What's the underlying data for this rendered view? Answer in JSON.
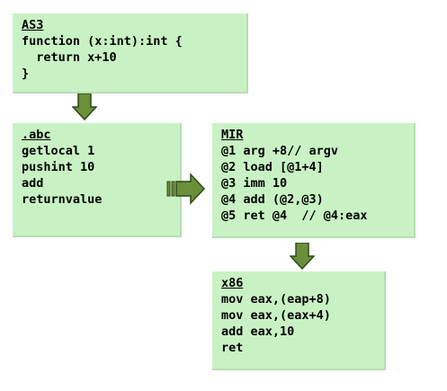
{
  "boxes": {
    "as3": {
      "title": "AS3",
      "lines": [
        "function (x:int):int {",
        "  return x+10",
        "}"
      ]
    },
    "abc": {
      "title": ".abc",
      "lines": [
        "getlocal 1",
        "pushint 10",
        "add",
        "returnvalue"
      ]
    },
    "mir": {
      "title": "MIR",
      "lines": [
        "@1 arg +8// argv",
        "@2 load [@1+4]",
        "@3 imm 10",
        "@4 add (@2,@3)",
        "@5 ret @4  // @4:eax"
      ]
    },
    "x86": {
      "title": "x86",
      "lines": [
        "mov eax,(eap+8)",
        "mov eax,(eax+4)",
        "add eax,10",
        "ret"
      ]
    }
  },
  "colors": {
    "box_fill": "#c9f2c4",
    "arrow_fill": "#6b8e3a",
    "arrow_stroke": "#2f4a1a"
  }
}
